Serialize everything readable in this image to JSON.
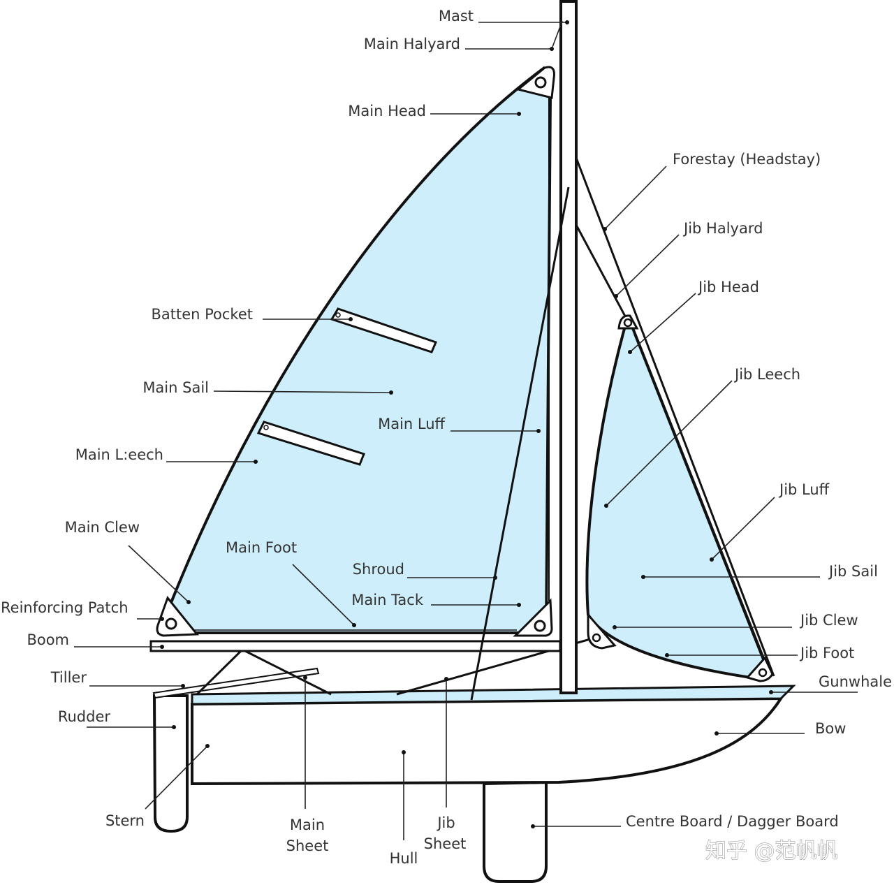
{
  "diagram": {
    "colors": {
      "sail": "#cdeefa",
      "outline": "#111111",
      "hull": "#ffffff",
      "gunwhale": "#cdeefa"
    },
    "labels": {
      "mast": "Mast",
      "main_halyard": "Main Halyard",
      "main_head": "Main Head",
      "forestay": "Forestay (Headstay)",
      "jib_halyard": "Jib Halyard",
      "jib_head": "Jib Head",
      "batten_pocket": "Batten Pocket",
      "jib_leech": "Jib Leech",
      "main_sail": "Main Sail",
      "main_luff": "Main Luff",
      "main_leech": "Main L:eech",
      "jib_luff": "Jib Luff",
      "main_clew": "Main Clew",
      "main_foot": "Main Foot",
      "shroud": "Shroud",
      "jib_sail": "Jib Sail",
      "main_tack": "Main Tack",
      "reinforcing_patch": "Reinforcing Patch",
      "jib_clew": "Jib Clew",
      "boom": "Boom",
      "jib_foot": "Jib Foot",
      "tiller": "Tiller",
      "gunwhale": "Gunwhale",
      "rudder": "Rudder",
      "bow": "Bow",
      "stern": "Stern",
      "main_sheet_1": "Main",
      "main_sheet_2": "Sheet",
      "jib_sheet_1": "Jib",
      "jib_sheet_2": "Sheet",
      "hull": "Hull",
      "centre_board": "Centre Board / Dagger Board"
    },
    "watermark": "知乎 @范帆帆"
  }
}
